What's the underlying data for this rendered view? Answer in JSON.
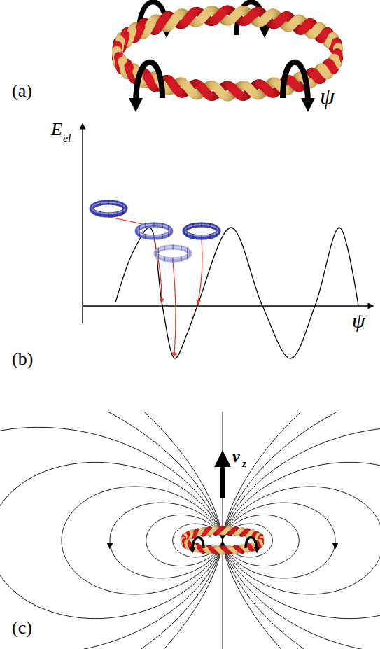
{
  "diagram": {
    "labels": [
      "(a)",
      "ψ",
      "E",
      "el",
      "ψ",
      "(b)",
      "v",
      "z",
      "(c)"
    ]
  }
}
